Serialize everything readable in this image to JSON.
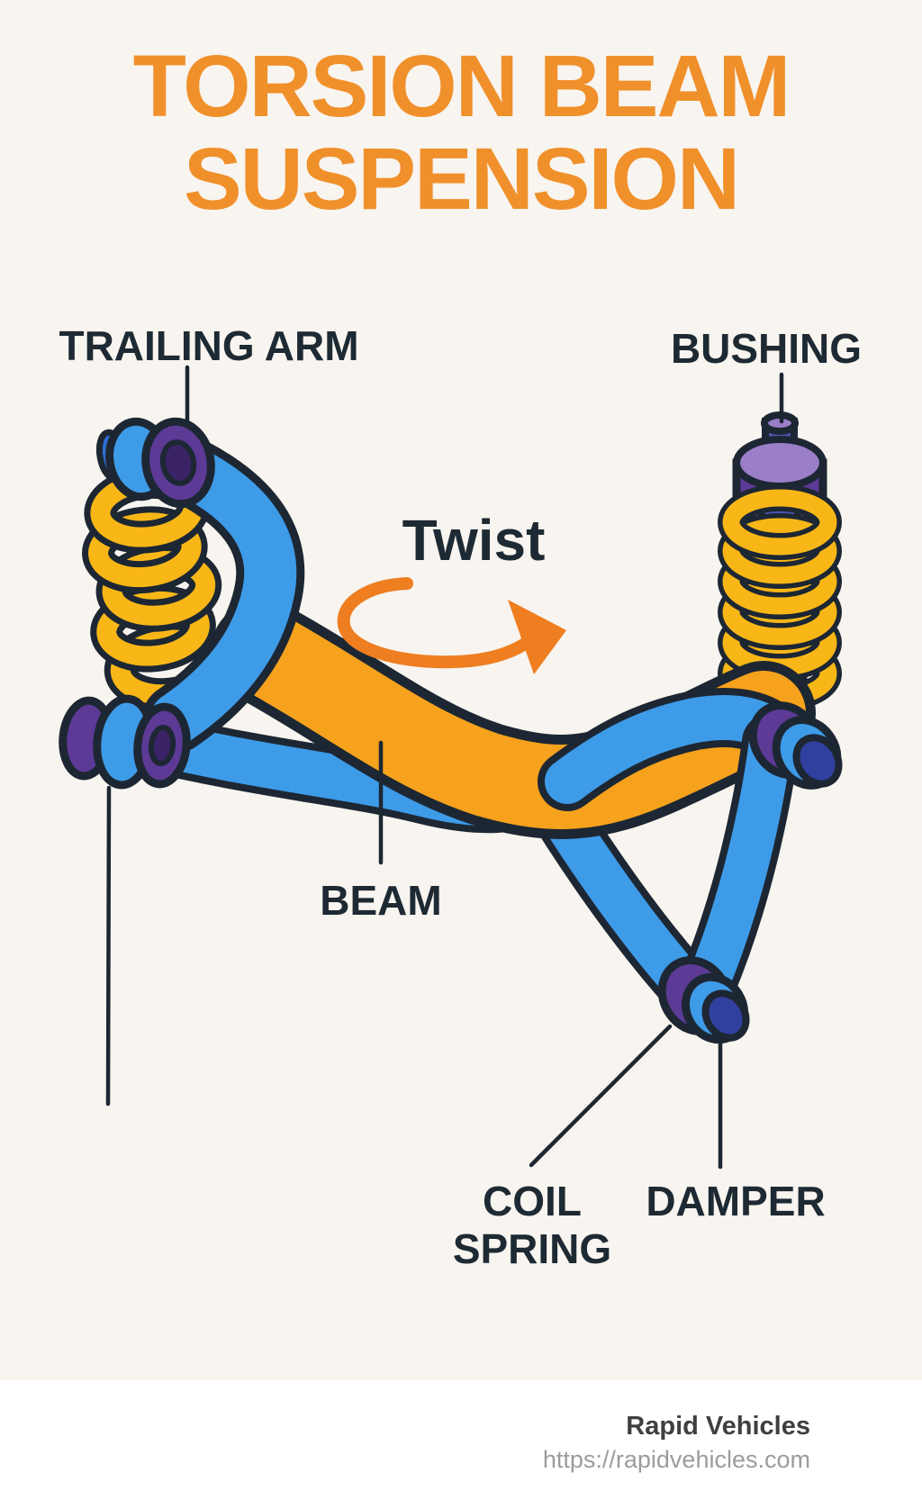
{
  "title": {
    "line1": "TORSION BEAM",
    "line2": "SUSPENSION"
  },
  "labels": {
    "trailing_arm": "TRAILING ARM",
    "bushing": "BUSHING",
    "twist": "Twist",
    "beam": "BEAM",
    "coil_spring_line1": "COIL",
    "coil_spring_line2": "SPRING",
    "damper": "DAMPER"
  },
  "footer": {
    "brand": "Rapid Vehicles",
    "url": "https://rapidvehicles.com"
  },
  "colors": {
    "bg": "#f8f4ef",
    "footer_bg": "#ffffff",
    "title": "#f0902b",
    "label_text": "#1e2a33",
    "outline": "#1d2733",
    "arm_blue": "#3e9be8",
    "beam_orange": "#f6a21d",
    "spring_yellow": "#f8b717",
    "bushing_purple": "#5c3a96",
    "bushing_purple_light": "#9a7ec8",
    "bushing_purple_dark": "#3a2366",
    "rod_blue_purple": "#4a55b2",
    "rod_face_blue": "#31409f",
    "arrow_orange": "#ee7e20",
    "footer_brand": "#3f3f3f",
    "footer_url": "#9c9c9c"
  }
}
